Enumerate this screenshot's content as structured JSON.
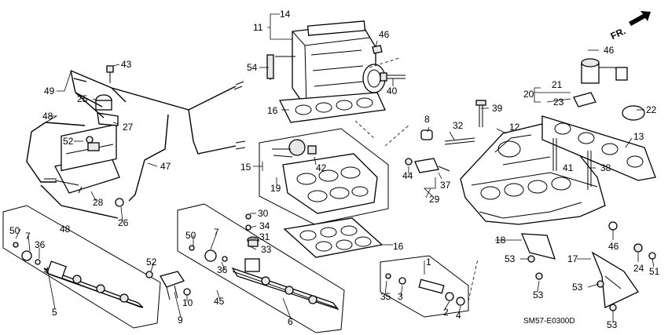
{
  "callouts": [
    {
      "key": "c14",
      "text": "14"
    },
    {
      "key": "c11",
      "text": "11"
    },
    {
      "key": "c46a",
      "text": "46"
    },
    {
      "key": "c43",
      "text": "43"
    },
    {
      "key": "c54",
      "text": "54"
    },
    {
      "key": "c40",
      "text": "40"
    },
    {
      "key": "c49",
      "text": "49"
    },
    {
      "key": "c25",
      "text": "25"
    },
    {
      "key": "c16a",
      "text": "16"
    },
    {
      "key": "c39",
      "text": "39"
    },
    {
      "key": "c46b",
      "text": "46"
    },
    {
      "key": "c21",
      "text": "21"
    },
    {
      "key": "c20",
      "text": "20"
    },
    {
      "key": "c23",
      "text": "23"
    },
    {
      "key": "c22",
      "text": "22"
    },
    {
      "key": "c48a",
      "text": "48"
    },
    {
      "key": "c27",
      "text": "27"
    },
    {
      "key": "c8",
      "text": "8"
    },
    {
      "key": "c32",
      "text": "32"
    },
    {
      "key": "c12",
      "text": "12"
    },
    {
      "key": "c13",
      "text": "13"
    },
    {
      "key": "c52a",
      "text": "52"
    },
    {
      "key": "c47",
      "text": "47"
    },
    {
      "key": "c15",
      "text": "15"
    },
    {
      "key": "c42",
      "text": "42"
    },
    {
      "key": "c44",
      "text": "44"
    },
    {
      "key": "c41",
      "text": "41"
    },
    {
      "key": "c19",
      "text": "19"
    },
    {
      "key": "c37",
      "text": "37"
    },
    {
      "key": "c38",
      "text": "38"
    },
    {
      "key": "c28",
      "text": "28"
    },
    {
      "key": "c29",
      "text": "29"
    },
    {
      "key": "c26",
      "text": "26"
    },
    {
      "key": "c48b",
      "text": "48"
    },
    {
      "key": "c30",
      "text": "30"
    },
    {
      "key": "c34",
      "text": "34"
    },
    {
      "key": "c31",
      "text": "31"
    },
    {
      "key": "c50a",
      "text": "50"
    },
    {
      "key": "c7a",
      "text": "7"
    },
    {
      "key": "c36a",
      "text": "36"
    },
    {
      "key": "c50b",
      "text": "50"
    },
    {
      "key": "c7b",
      "text": "7"
    },
    {
      "key": "c33",
      "text": "33"
    },
    {
      "key": "c16b",
      "text": "16"
    },
    {
      "key": "c18",
      "text": "18"
    },
    {
      "key": "c46c",
      "text": "46"
    },
    {
      "key": "c1",
      "text": "1"
    },
    {
      "key": "c52b",
      "text": "52"
    },
    {
      "key": "c36b",
      "text": "36"
    },
    {
      "key": "c53a",
      "text": "53"
    },
    {
      "key": "c17",
      "text": "17"
    },
    {
      "key": "c24",
      "text": "24"
    },
    {
      "key": "c51",
      "text": "51"
    },
    {
      "key": "c10",
      "text": "10"
    },
    {
      "key": "c45",
      "text": "45"
    },
    {
      "key": "c35",
      "text": "35"
    },
    {
      "key": "c3",
      "text": "3"
    },
    {
      "key": "c53b",
      "text": "53"
    },
    {
      "key": "c53c",
      "text": "53"
    },
    {
      "key": "c5",
      "text": "5"
    },
    {
      "key": "c9",
      "text": "9"
    },
    {
      "key": "c6",
      "text": "6"
    },
    {
      "key": "c2",
      "text": "2"
    },
    {
      "key": "c4",
      "text": "4"
    },
    {
      "key": "c53d",
      "text": "53"
    }
  ],
  "direction_label": "FR.",
  "diagram_code": "SM57-E0300D"
}
